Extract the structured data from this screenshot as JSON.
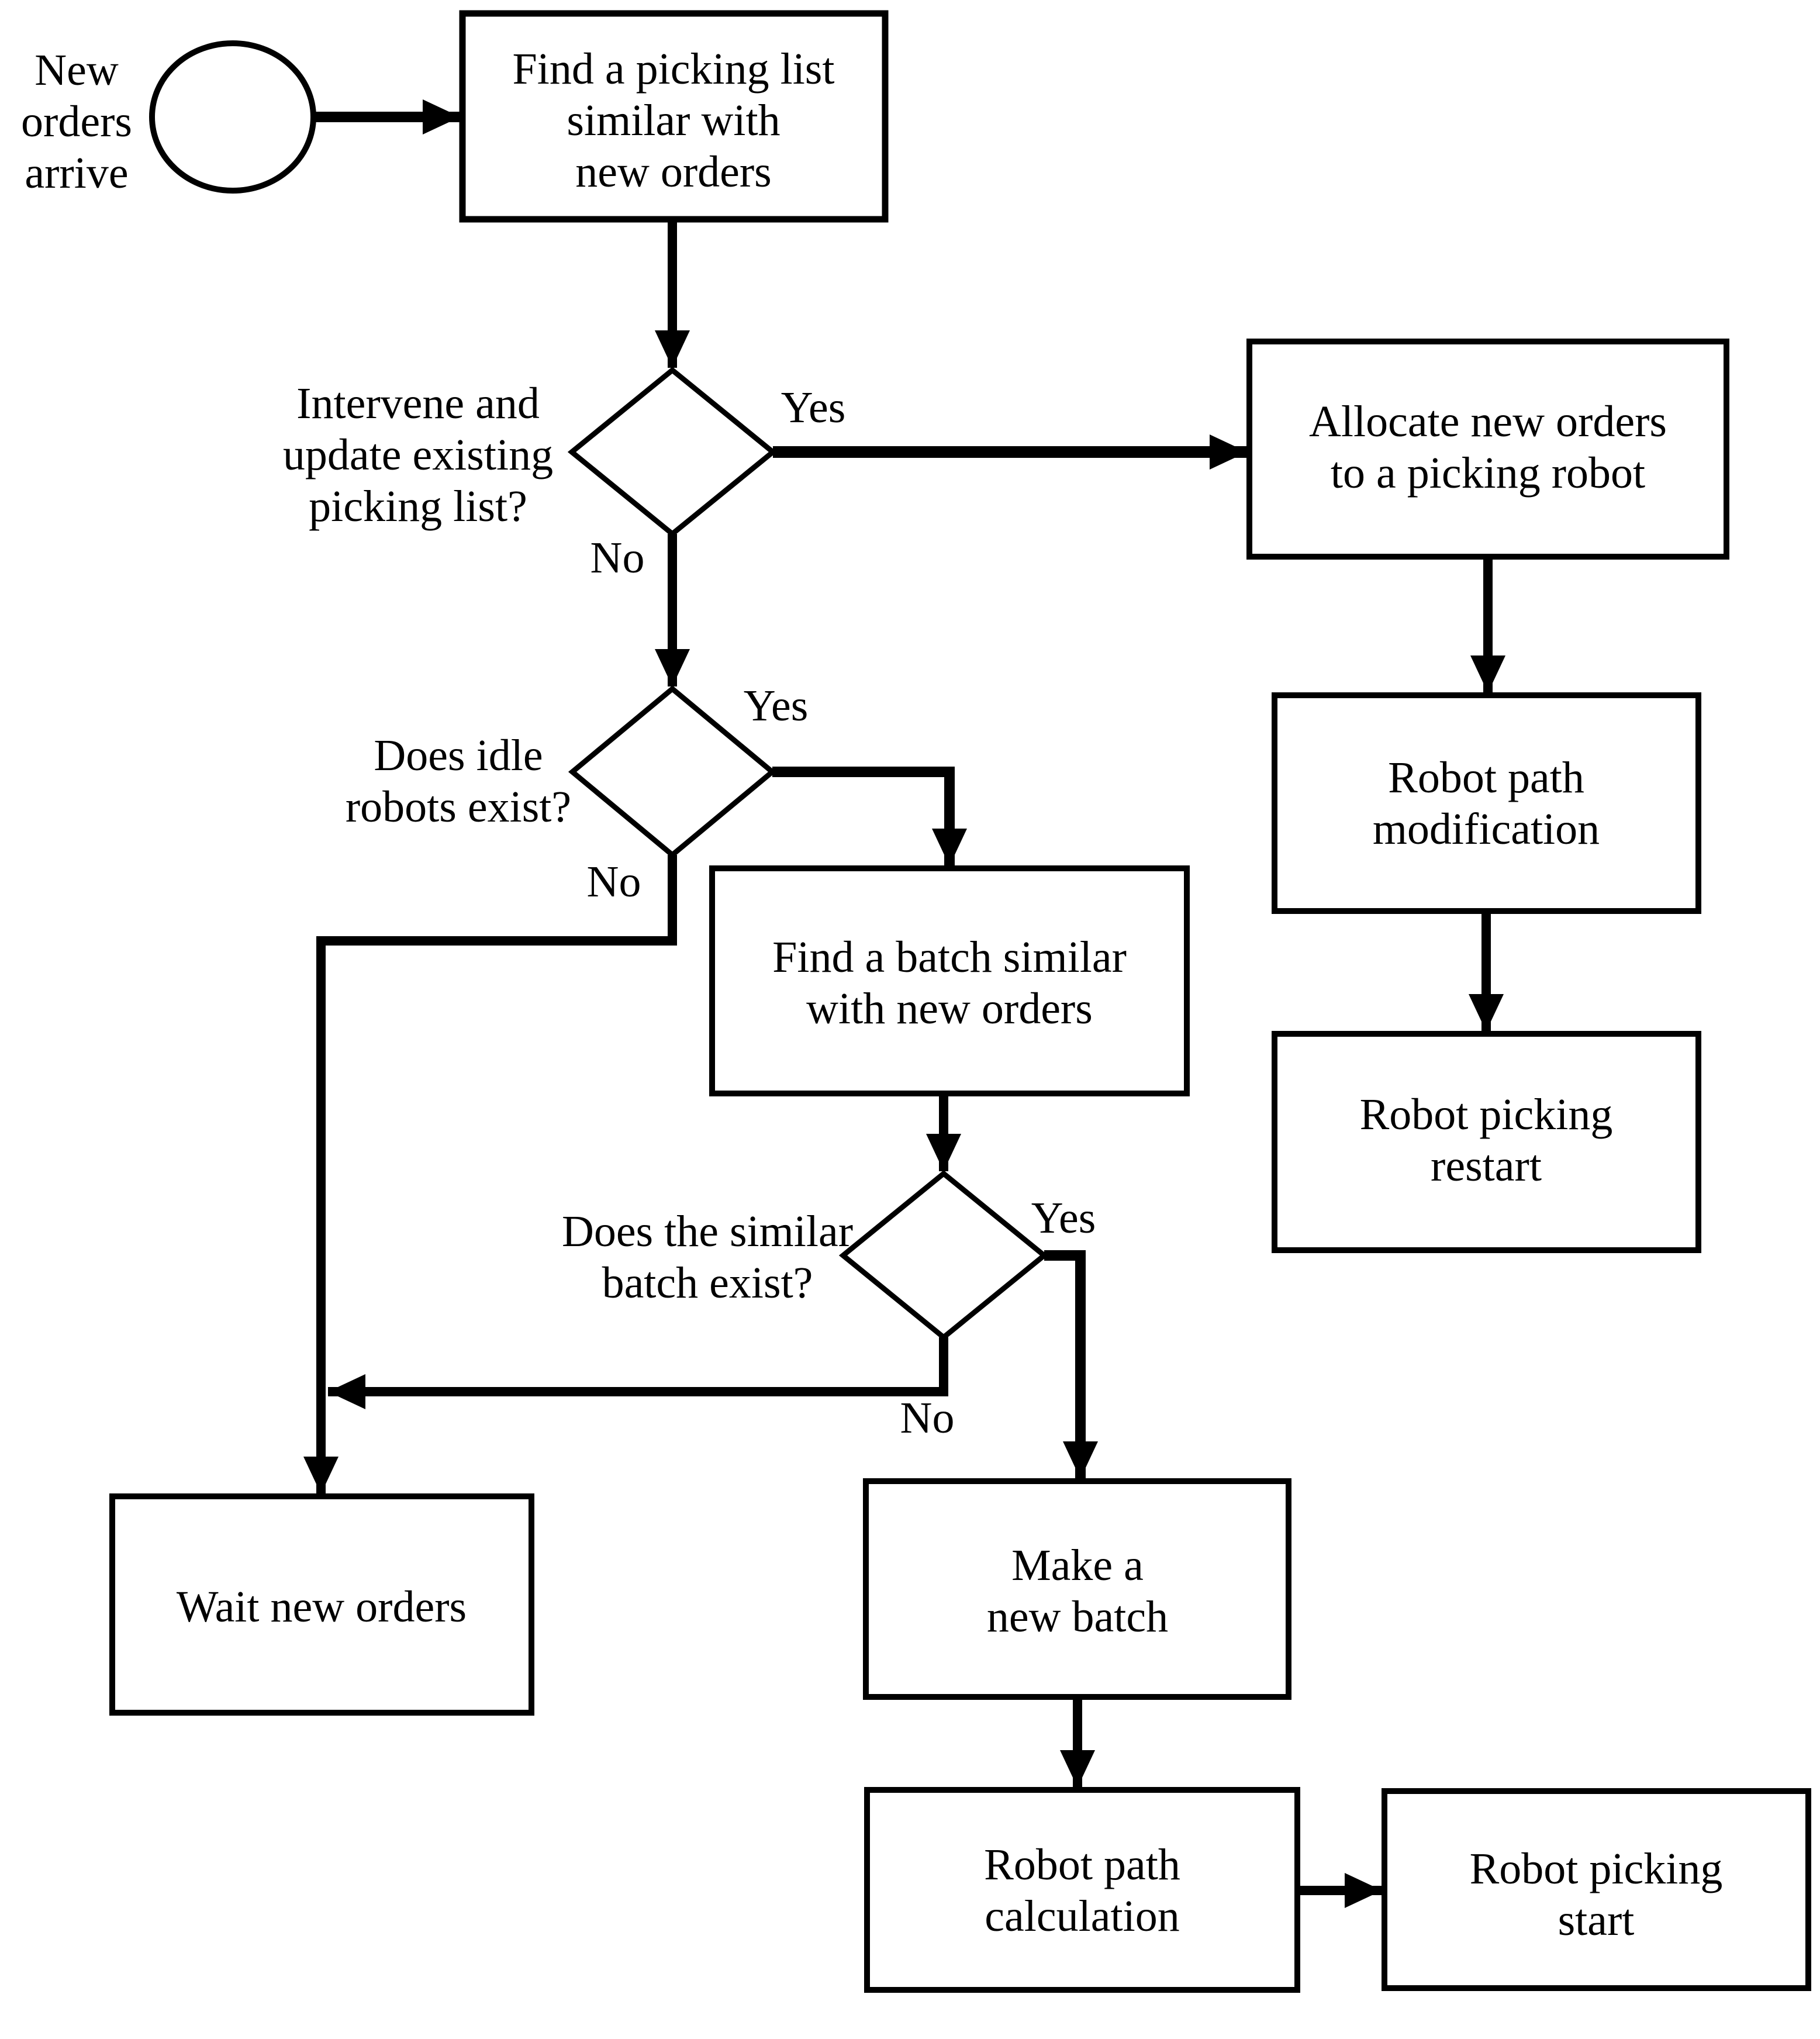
{
  "figure": {
    "type": "flowchart",
    "background_color": "#ffffff",
    "ink_color": "#000000"
  },
  "nodes": {
    "start_label": [
      "New",
      "orders",
      "arrive"
    ],
    "find_picking_list": [
      "Find a picking list",
      "similar with",
      "new orders"
    ],
    "allocate": [
      "Allocate new orders",
      "to a picking robot"
    ],
    "path_modification": [
      "Robot path",
      "modification"
    ],
    "picking_restart": [
      "Robot picking",
      "restart"
    ],
    "find_batch": [
      "Find a batch similar",
      "with new orders"
    ],
    "wait_new_orders": [
      "Wait new orders"
    ],
    "make_new_batch": [
      "Make a",
      "new batch"
    ],
    "path_calculation": [
      "Robot path",
      "calculation"
    ],
    "picking_start": [
      "Robot picking",
      "start"
    ]
  },
  "decisions": {
    "d1": {
      "label": [
        "Intervene and",
        "update existing",
        "picking list?"
      ],
      "yes": "Yes",
      "no": "No"
    },
    "d2": {
      "label": [
        "Does idle",
        "robots exist?"
      ],
      "yes": "Yes",
      "no": "No"
    },
    "d3": {
      "label": [
        "Does the similar",
        "batch exist?"
      ],
      "yes": "Yes",
      "no": "No"
    }
  },
  "edges": [
    {
      "from": "start",
      "to": "find_picking_list"
    },
    {
      "from": "find_picking_list",
      "to": "d1"
    },
    {
      "from": "d1",
      "to": "allocate",
      "label": "Yes"
    },
    {
      "from": "d1",
      "to": "d2",
      "label": "No"
    },
    {
      "from": "allocate",
      "to": "path_modification"
    },
    {
      "from": "path_modification",
      "to": "picking_restart"
    },
    {
      "from": "d2",
      "to": "find_batch",
      "label": "Yes"
    },
    {
      "from": "d2",
      "to": "wait_new_orders",
      "label": "No"
    },
    {
      "from": "find_batch",
      "to": "d3"
    },
    {
      "from": "d3",
      "to": "make_new_batch",
      "label": "Yes"
    },
    {
      "from": "d3",
      "to": "wait_new_orders",
      "label": "No"
    },
    {
      "from": "make_new_batch",
      "to": "path_calculation"
    },
    {
      "from": "path_calculation",
      "to": "picking_start"
    }
  ]
}
